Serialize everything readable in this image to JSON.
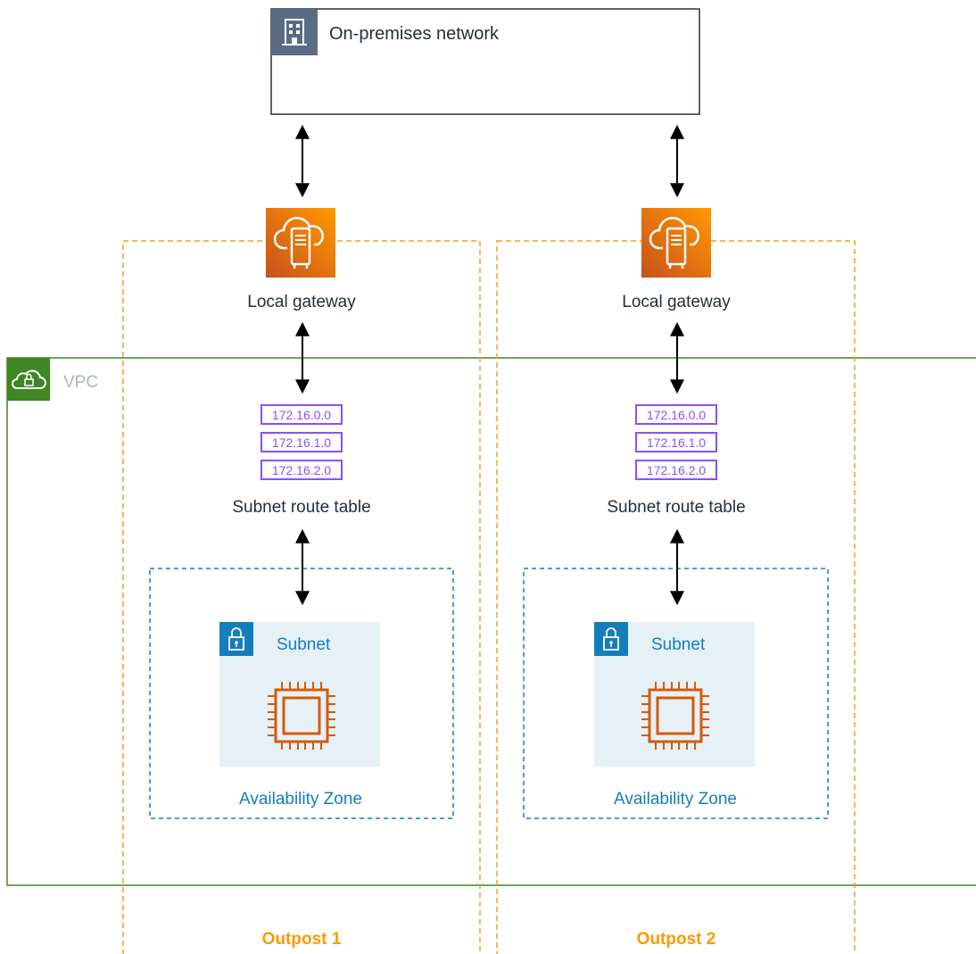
{
  "on_premises": {
    "title": "On-premises network",
    "icon": "building-icon"
  },
  "vpc": {
    "label": "VPC",
    "icon": "cloud-lock-icon",
    "color": "#3f8624"
  },
  "outposts": [
    {
      "label": "Outpost 1",
      "gateway_label": "Local gateway",
      "route_table_label": "Subnet route table",
      "routes": [
        "172.16.0.0",
        "172.16.1.0",
        "172.16.2.0"
      ],
      "subnet_label": "Subnet",
      "az_label": "Availability Zone"
    },
    {
      "label": "Outpost 2",
      "gateway_label": "Local gateway",
      "route_table_label": "Subnet route table",
      "routes": [
        "172.16.0.0",
        "172.16.1.0",
        "172.16.2.0"
      ],
      "subnet_label": "Subnet",
      "az_label": "Availability Zone"
    }
  ],
  "colors": {
    "outpost_border": "#f0a020",
    "outpost_text": "#ff9900",
    "az_border": "#147eba",
    "subnet_fill": "#e6f0f7",
    "route_purple": "#8c4fff",
    "gateway_orange": "#ed7100",
    "chip_orange": "#d45b07"
  }
}
